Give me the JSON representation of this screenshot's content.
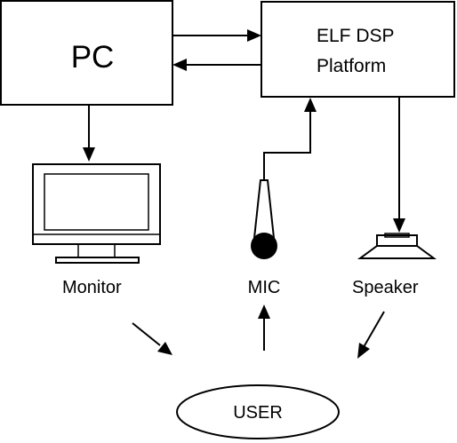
{
  "nodes": {
    "pc": {
      "label": "PC"
    },
    "dsp": {
      "line1": "ELF DSP",
      "line2": "Platform"
    },
    "monitor": {
      "label": "Monitor"
    },
    "mic": {
      "label": "MIC"
    },
    "speaker": {
      "label": "Speaker"
    },
    "user": {
      "label": "USER"
    }
  },
  "colors": {
    "stroke": "#000000",
    "background": "#ffffff"
  },
  "icons": [
    "monitor-icon",
    "microphone-icon",
    "speaker-icon"
  ]
}
